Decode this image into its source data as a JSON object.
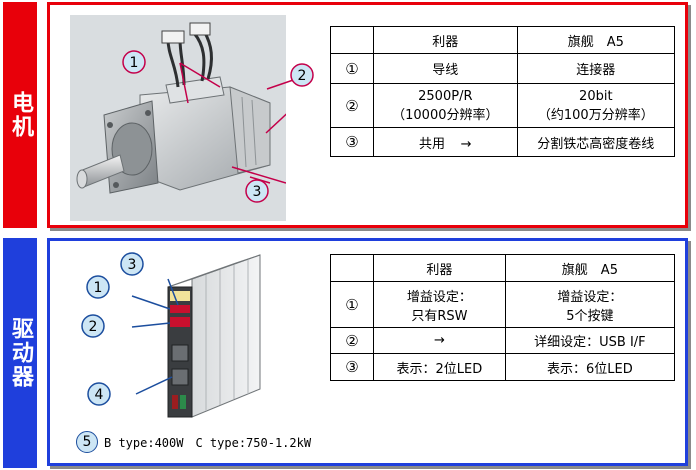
{
  "motor": {
    "side_label": "电机",
    "headers": [
      "利器",
      "旗舰　A5"
    ],
    "rows": [
      {
        "num": "①",
        "a": "导线",
        "b": "连接器"
      },
      {
        "num": "②",
        "a_line1": "2500P/R",
        "a_line2": "（10000分辨率）",
        "b_line1": "20bit",
        "b_line2": "（约100万分辨率）"
      },
      {
        "num": "③",
        "a": "共用",
        "a_arrow": "→",
        "b": "分割铁芯高密度卷线"
      }
    ],
    "callouts": [
      "1",
      "2",
      "3"
    ]
  },
  "drive": {
    "side_label": "驱动器",
    "headers": [
      "利器",
      "旗舰　A5"
    ],
    "rows": [
      {
        "num": "①",
        "a_line1": "增益设定：",
        "a_line2": "只有RSW",
        "b_line1": "增益设定：",
        "b_line2": "5个按键"
      },
      {
        "num": "②",
        "a": "→",
        "b": "详细设定：USB I/F"
      },
      {
        "num": "③",
        "a": "表示：2位LED",
        "b": "表示：6位LED"
      }
    ],
    "callouts": [
      "1",
      "2",
      "3",
      "4"
    ],
    "note_badge": "5",
    "note_text": "B type:400W　C type:750-1.2kW"
  },
  "colors": {
    "motor_accent": "#e8000a",
    "drive_accent": "#1f3fdc",
    "callout_fill": "#cde6f5",
    "callout_stroke_motor": "#c4004a",
    "callout_stroke_drive": "#1c4e9e"
  }
}
